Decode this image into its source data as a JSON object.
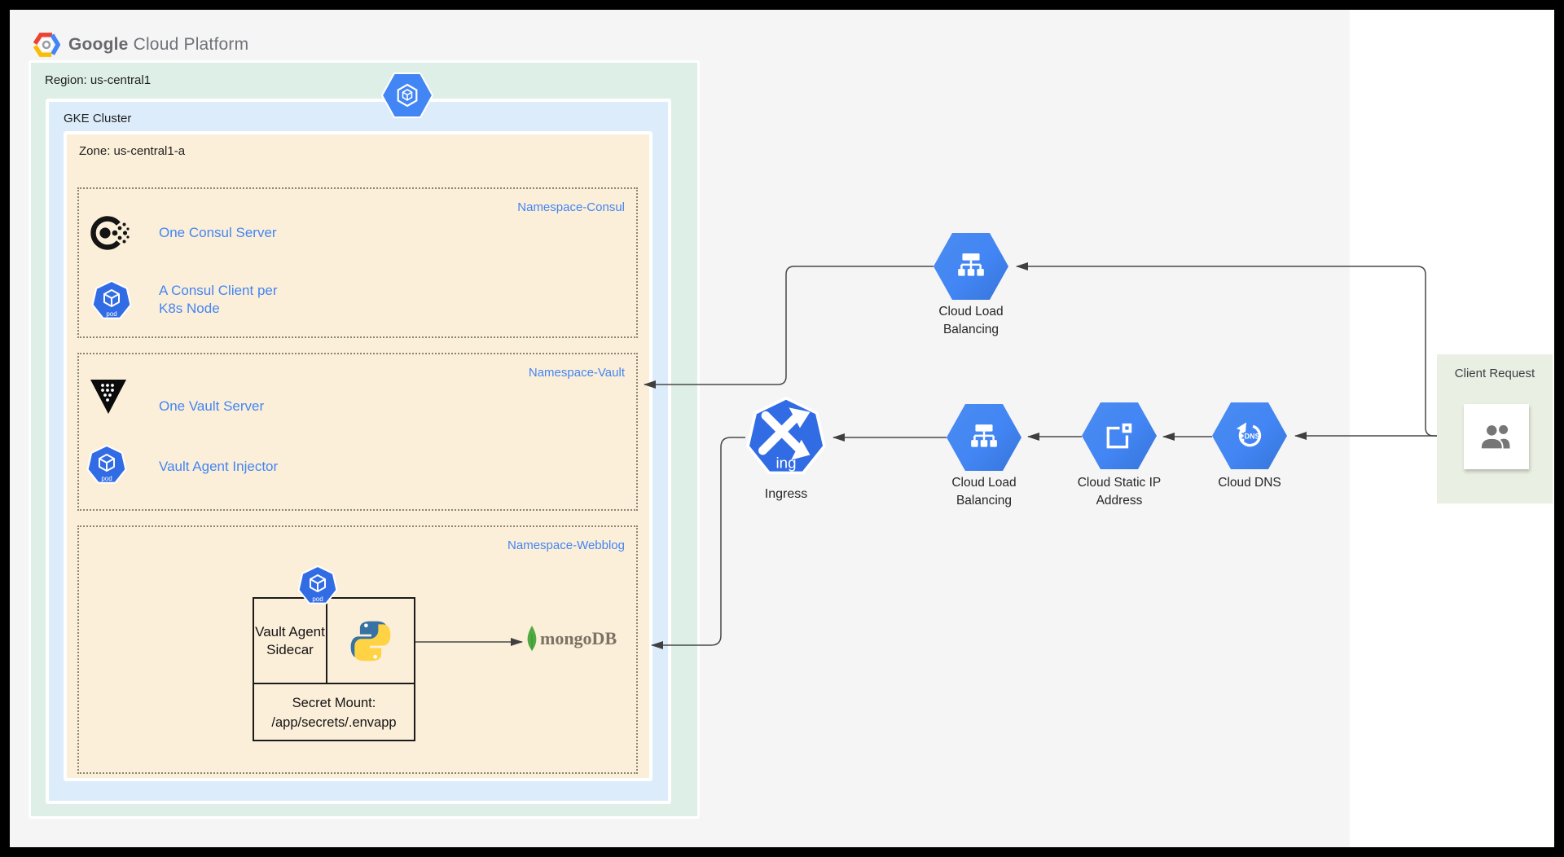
{
  "brand": {
    "google": "Google",
    "suffix": "Cloud Platform"
  },
  "region": {
    "label": "Region: us-central1"
  },
  "cluster": {
    "label": "GKE Cluster"
  },
  "zone": {
    "label": "Zone: us-central1-a"
  },
  "namespaces": {
    "consul": {
      "label": "Namespace-Consul",
      "server": "One Consul Server",
      "client": "A Consul Client per K8s Node"
    },
    "vault": {
      "label": "Namespace-Vault",
      "server": "One Vault Server",
      "injector": "Vault Agent Injector"
    },
    "webblog": {
      "label": "Namespace-Webblog",
      "sidecar": "Vault Agent Sidecar",
      "secret_mount": "Secret Mount:",
      "secret_path": "/app/secrets/.envapp",
      "database": "mongoDB"
    }
  },
  "badges": {
    "pod": "pod",
    "ingress": "ing",
    "dns": "DNS"
  },
  "nodes": {
    "clb_top": "Cloud Load Balancing",
    "ingress": "Ingress",
    "clb_mid": "Cloud Load Balancing",
    "static_ip": "Cloud Static IP Address",
    "dns": "Cloud DNS",
    "client": "Client Request"
  },
  "colors": {
    "region_bg": "#ddefe6",
    "cluster_bg": "#ddecfb",
    "zone_bg": "#fcefd9",
    "client_bg": "#e9efe2",
    "accent_blue": "#4285f4",
    "k8s_blue": "#326ce5",
    "canvas": "#f5f5f6",
    "line": "#484848"
  }
}
